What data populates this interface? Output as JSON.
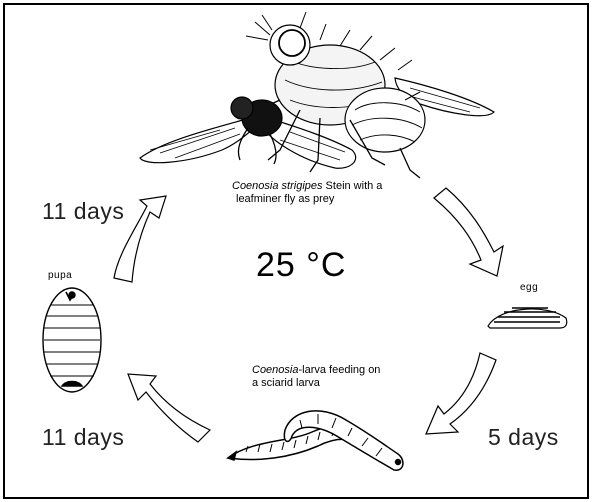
{
  "center": {
    "temperature": "25 °C"
  },
  "fly": {
    "species_italic": "Coenosia strigipes",
    "caption_rest": " Stein with a",
    "caption_line2": "leafminer fly as prey"
  },
  "stages": {
    "egg": "egg",
    "pupa": "pupa",
    "larva_italic": "Coenosia",
    "larva_rest": "-larva feeding on",
    "larva_line2": "a sciarid larva"
  },
  "durations": {
    "top_left": "11 days",
    "bottom_left": "11 days",
    "bottom_right": "5 days"
  }
}
